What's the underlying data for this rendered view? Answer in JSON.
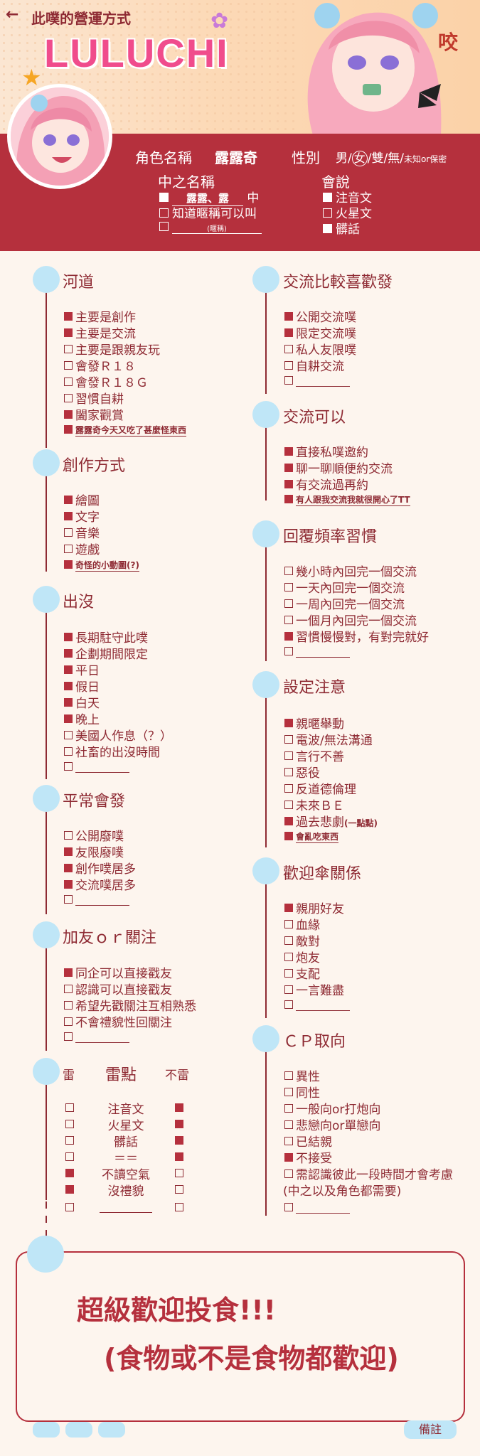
{
  "header": {
    "back": "←",
    "title": "此噗的營運方式",
    "brand": "LULUCHI",
    "side_text": "咬"
  },
  "profile": {
    "role_label": "角色名稱",
    "role_name": "露露奇",
    "gender_label": "性別",
    "gender_options": [
      "男",
      "女",
      "雙",
      "無"
    ],
    "gender_selected": "女",
    "gender_note": "未知or保密",
    "nickname_label": "中之名稱",
    "nick1_value": "露露、露",
    "nick1_suffix": "中",
    "nick2": "知道暱稱可以叫",
    "nick3_hint": "(暱稱)",
    "speak_label": "會說",
    "speak": [
      {
        "label": "注音文",
        "checked": true
      },
      {
        "label": "火星文",
        "checked": false
      },
      {
        "label": "髒話",
        "checked": true
      }
    ]
  },
  "sections": {
    "hedao": {
      "title": "河道",
      "items": [
        {
          "label": "主要是創作",
          "checked": true
        },
        {
          "label": "主要是交流",
          "checked": true
        },
        {
          "label": "主要是跟親友玩",
          "checked": false
        },
        {
          "label": "會發Ｒ１８",
          "checked": false
        },
        {
          "label": "會發Ｒ１８Ｇ",
          "checked": false
        },
        {
          "label": "習慣自耕",
          "checked": false
        },
        {
          "label": "闔家觀賞",
          "checked": true
        },
        {
          "label": "露露奇今天又吃了甚麼怪東西",
          "checked": true
        }
      ]
    },
    "creation": {
      "title": "創作方式",
      "items": [
        {
          "label": "繪圖",
          "checked": true
        },
        {
          "label": "文字",
          "checked": true
        },
        {
          "label": "音樂",
          "checked": false
        },
        {
          "label": "遊戲",
          "checked": false
        },
        {
          "label": "奇怪的小動圖(?)",
          "checked": true
        }
      ]
    },
    "appear": {
      "title": "出沒",
      "items": [
        {
          "label": "長期駐守此噗",
          "checked": true
        },
        {
          "label": "企劃期間限定",
          "checked": true
        },
        {
          "label": "平日",
          "checked": true
        },
        {
          "label": "假日",
          "checked": true
        },
        {
          "label": "白天",
          "checked": true
        },
        {
          "label": "晚上",
          "checked": true
        },
        {
          "label": "美國人作息（？）",
          "checked": false
        },
        {
          "label": "社畜的出沒時間",
          "checked": false
        }
      ]
    },
    "usual": {
      "title": "平常會發",
      "items": [
        {
          "label": "公開廢噗",
          "checked": false
        },
        {
          "label": "友限廢噗",
          "checked": true
        },
        {
          "label": "創作噗居多",
          "checked": true
        },
        {
          "label": "交流噗居多",
          "checked": true
        }
      ]
    },
    "follow": {
      "title": "加友ｏｒ關注",
      "items": [
        {
          "label": "同企可以直接戳友",
          "checked": true
        },
        {
          "label": "認識可以直接戳友",
          "checked": false
        },
        {
          "label": "希望先戳關注互相熟悉",
          "checked": false
        },
        {
          "label": "不會禮貌性回關注",
          "checked": false
        }
      ]
    },
    "prefer": {
      "title": "交流比較喜歡發",
      "items": [
        {
          "label": "公開交流噗",
          "checked": true
        },
        {
          "label": "限定交流噗",
          "checked": true
        },
        {
          "label": "私人友限噗",
          "checked": false
        },
        {
          "label": "自耕交流",
          "checked": false
        }
      ]
    },
    "canexchange": {
      "title": "交流可以",
      "items": [
        {
          "label": "直接私噗邀約",
          "checked": true
        },
        {
          "label": "聊一聊順便約交流",
          "checked": true
        },
        {
          "label": "有交流過再約",
          "checked": true
        },
        {
          "label": "有人跟我交流我就很開心了TT",
          "checked": true
        }
      ]
    },
    "reply": {
      "title": "回覆頻率習慣",
      "items": [
        {
          "label": "幾小時內回完一個交流",
          "checked": false
        },
        {
          "label": "一天內回完一個交流",
          "checked": false
        },
        {
          "label": "一周內回完一個交流",
          "checked": false
        },
        {
          "label": "一個月內回完一個交流",
          "checked": false
        },
        {
          "label": "習慣慢慢對，有對完就好",
          "checked": true
        }
      ]
    },
    "setting": {
      "title": "設定注意",
      "items": [
        {
          "label": "親暱舉動",
          "checked": true
        },
        {
          "label": "電波/無法溝通",
          "checked": false
        },
        {
          "label": "言行不善",
          "checked": false
        },
        {
          "label": "惡役",
          "checked": false
        },
        {
          "label": "反道德倫理",
          "checked": false
        },
        {
          "label": "未來ＢＥ",
          "checked": false
        },
        {
          "label": "過去悲劇",
          "note": "(一點點)",
          "checked": true
        },
        {
          "label": "會亂吃東西",
          "checked": true
        }
      ]
    },
    "welcome": {
      "title": "歡迎傘關係",
      "items": [
        {
          "label": "親朋好友",
          "checked": true
        },
        {
          "label": "血緣",
          "checked": false
        },
        {
          "label": "敵對",
          "checked": false
        },
        {
          "label": "炮友",
          "checked": false
        },
        {
          "label": "支配",
          "checked": false
        },
        {
          "label": "一言難盡",
          "checked": false
        }
      ]
    },
    "cp": {
      "title": "ＣＰ取向",
      "items": [
        {
          "label": "異性",
          "checked": false
        },
        {
          "label": "同性",
          "checked": false
        },
        {
          "label": "一般向or打炮向",
          "checked": false
        },
        {
          "label": "悲戀向or單戀向",
          "checked": false
        },
        {
          "label": "已結親",
          "checked": false
        },
        {
          "label": "不接受",
          "checked": true
        },
        {
          "label": "需認識彼此一段時間才會考慮",
          "checked": false
        }
      ],
      "note": "(中之以及角色都需要)"
    }
  },
  "mines": {
    "left_head": "雷",
    "mid_head": "雷點",
    "right_head": "不雷",
    "rows": [
      {
        "label": "注音文",
        "mine": false,
        "notmine": true
      },
      {
        "label": "火星文",
        "mine": false,
        "notmine": true
      },
      {
        "label": "髒話",
        "mine": false,
        "notmine": true
      },
      {
        "label": "＝＝",
        "mine": false,
        "notmine": true
      },
      {
        "label": "不讀空氣",
        "mine": true,
        "notmine": false
      },
      {
        "label": "沒禮貌",
        "mine": true,
        "notmine": false
      },
      {
        "label": "",
        "mine": false,
        "notmine": false
      }
    ]
  },
  "note_box": {
    "line1": "超級歡迎投食!!!",
    "line2": "(食物或不是食物都歡迎)",
    "footer_label": "備註"
  },
  "colors": {
    "accent": "#b5303d",
    "dot": "#bfe6f7",
    "brand": "#f04c8c",
    "bg": "#fdf5ee"
  }
}
